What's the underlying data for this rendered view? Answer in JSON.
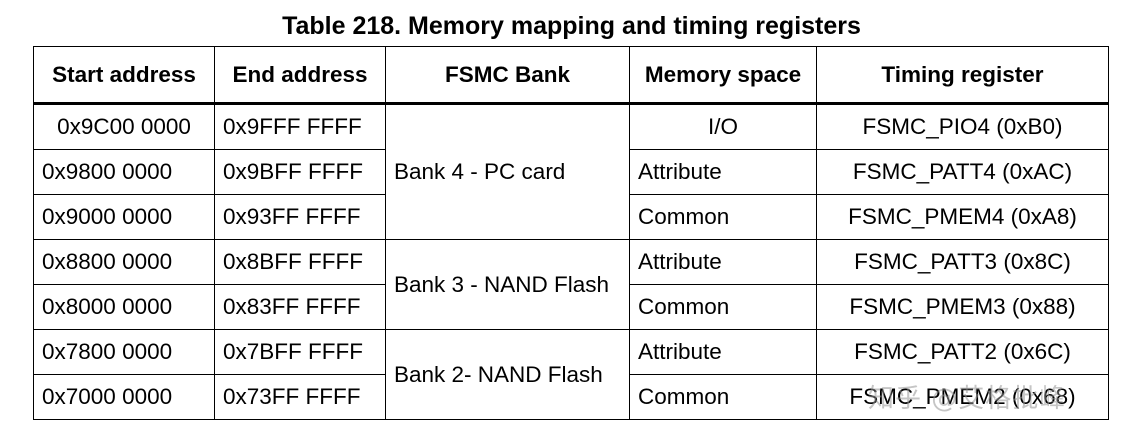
{
  "title": "Table 218. Memory mapping and timing registers",
  "headers": [
    "Start address",
    "End address",
    "FSMC Bank",
    "Memory space",
    "Timing register"
  ],
  "rows": [
    {
      "start": "0x9C00 0000",
      "end": "0x9FFF FFFF",
      "space": "I/O",
      "register": "FSMC_PIO4 (0xB0)"
    },
    {
      "start": "0x9800 0000",
      "end": "0x9BFF FFFF",
      "space": "Attribute",
      "register": "FSMC_PATT4 (0xAC)"
    },
    {
      "start": "0x9000 0000",
      "end": "0x93FF FFFF",
      "space": "Common",
      "register": "FSMC_PMEM4 (0xA8)"
    },
    {
      "start": "0x8800 0000",
      "end": "0x8BFF FFFF",
      "space": "Attribute",
      "register": "FSMC_PATT3 (0x8C)"
    },
    {
      "start": "0x8000 0000",
      "end": "0x83FF FFFF",
      "space": "Common",
      "register": "FSMC_PMEM3 (0x88)"
    },
    {
      "start": "0x7800 0000",
      "end": "0x7BFF FFFF",
      "space": "Attribute",
      "register": "FSMC_PATT2 (0x6C)"
    },
    {
      "start": "0x7000 0000",
      "end": "0x73FF FFFF",
      "space": "Common",
      "register": "FSMC_PMEM2 (0x68)"
    }
  ],
  "banks": [
    "Bank 4 - PC card",
    "Bank 3 - NAND Flash",
    "Bank 2- NAND Flash"
  ],
  "watermark": "知乎 @艾格批峰"
}
